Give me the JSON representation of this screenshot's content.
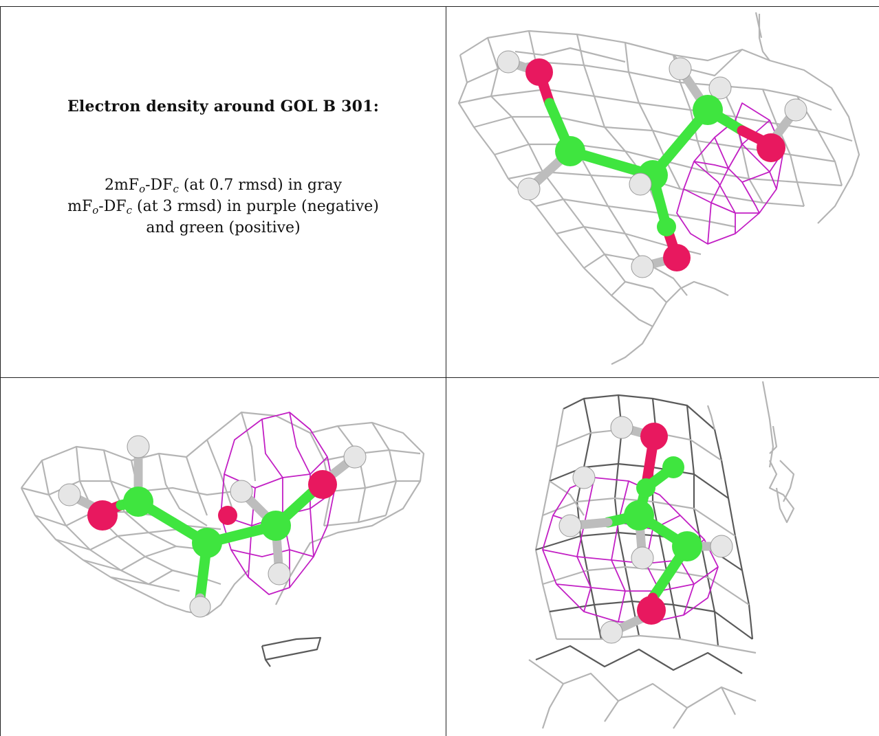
{
  "caption": {
    "title": "Electron density around GOL B 301:",
    "line1": {
      "pre": "2mF",
      "sub1": "o",
      "mid": "-DF",
      "sub2": "c",
      "post": " (at 0.7 rmsd) in gray"
    },
    "line2": {
      "pre": "mF",
      "sub1": "o",
      "mid": "-DF",
      "sub2": "c",
      "post": " (at 3 rmsd) in purple (negative)"
    },
    "line3": "and green (positive)"
  },
  "colors": {
    "map_2fo_fc": "#b4b4b4",
    "map_fo_fc_negative": "#c21fc4",
    "map_fo_fc_positive": "#3fe53f",
    "carbon": "#3fe53f",
    "oxygen": "#e8185f",
    "hydrogen": "#e6e6e6"
  },
  "views": [
    {
      "id": "view-1",
      "ligand": "GOL B 301"
    },
    {
      "id": "view-2",
      "ligand": "GOL B 301"
    },
    {
      "id": "view-3",
      "ligand": "GOL B 301"
    }
  ]
}
